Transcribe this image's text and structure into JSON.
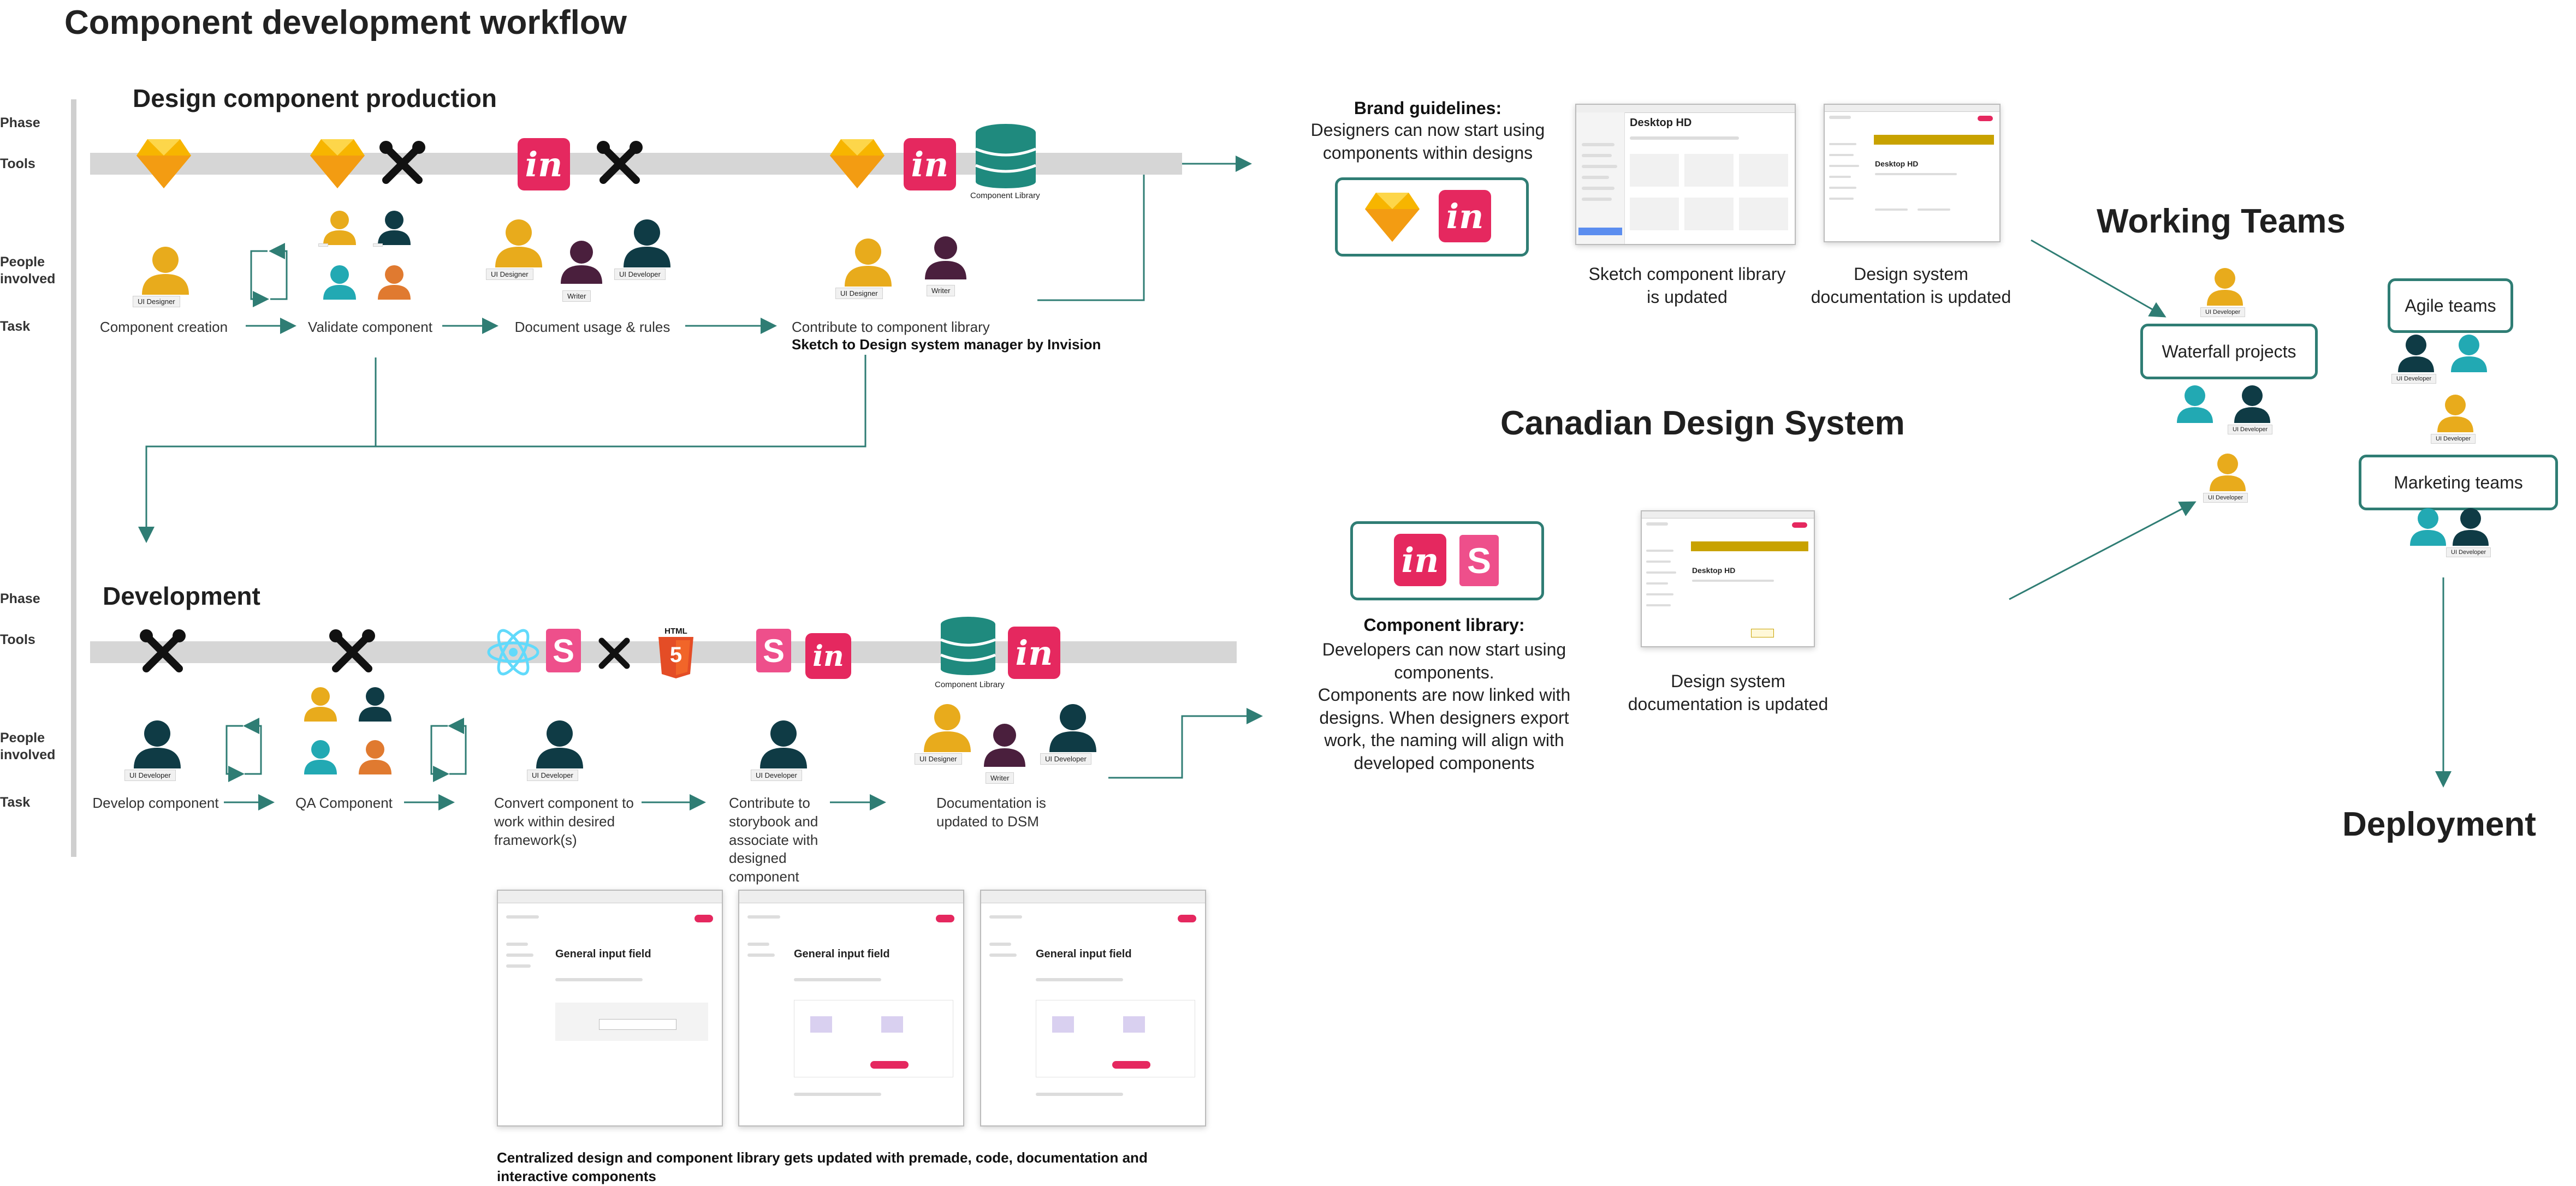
{
  "title": "Component development workflow",
  "design_section": {
    "heading": "Design component production",
    "rows": [
      "Phase",
      "Tools",
      "People\ninvolved",
      "Task"
    ],
    "tasks": [
      "Component creation",
      "Validate component",
      "Document usage & rules",
      "Contribute to component library",
      "Sketch to Design system manager by Invision"
    ],
    "roles": {
      "ui_designer": "UI Designer",
      "writer": "Writer",
      "ui_developer": "UI Developer"
    },
    "component_library_label": "Component Library"
  },
  "dev_section": {
    "heading": "Development",
    "rows": [
      "Phase",
      "Tools",
      "People\ninvolved",
      "Task"
    ],
    "tasks": [
      "Develop component",
      "QA Component",
      "Convert component to work within desired framework(s)",
      "Contribute to storybook and associate with designed component",
      "Documentation is updated to DSM"
    ],
    "roles": {
      "ui_designer": "UI Designer",
      "writer": "Writer",
      "ui_developer": "UI Developer"
    },
    "component_library_label": "Component Library",
    "html_label": "HTML"
  },
  "brand": {
    "heading": "Brand guidelines:",
    "text": "Designers can now start using components within designs",
    "shot1_title": "Desktop HD",
    "shot1_caption": "Sketch component library is updated",
    "shot2_title": "Desktop HD",
    "shot2_caption": "Design system documentation is updated"
  },
  "cds_heading": "Canadian Design System",
  "library": {
    "heading": "Component library:",
    "text": "Developers can now start using components.\nComponents are now linked with designs. When designers export work, the naming will align with developed components",
    "shot_title": "Desktop HD",
    "shot_caption": "Design system documentation is updated"
  },
  "teams": {
    "heading": "Working Teams",
    "waterfall": "Waterfall projects",
    "agile": "Agile teams",
    "marketing": "Marketing teams",
    "role": "UI Developer",
    "deployment": "Deployment"
  },
  "bottom": {
    "shot_title": "General input field",
    "note": "Centralized design and component library gets updated with premade, code, documentation and interactive components"
  },
  "colors": {
    "teal": "#2f7d74",
    "sketch": "#f7b500",
    "invision": "#e5285f",
    "storybook": "#ee4f8b",
    "html5": "#e44d26",
    "react": "#61dafb",
    "yellow": "#e8ab1c",
    "plum": "#4a1f3d",
    "navy": "#0f3b45",
    "cyan": "#22a9b3",
    "orange": "#e07a30"
  }
}
